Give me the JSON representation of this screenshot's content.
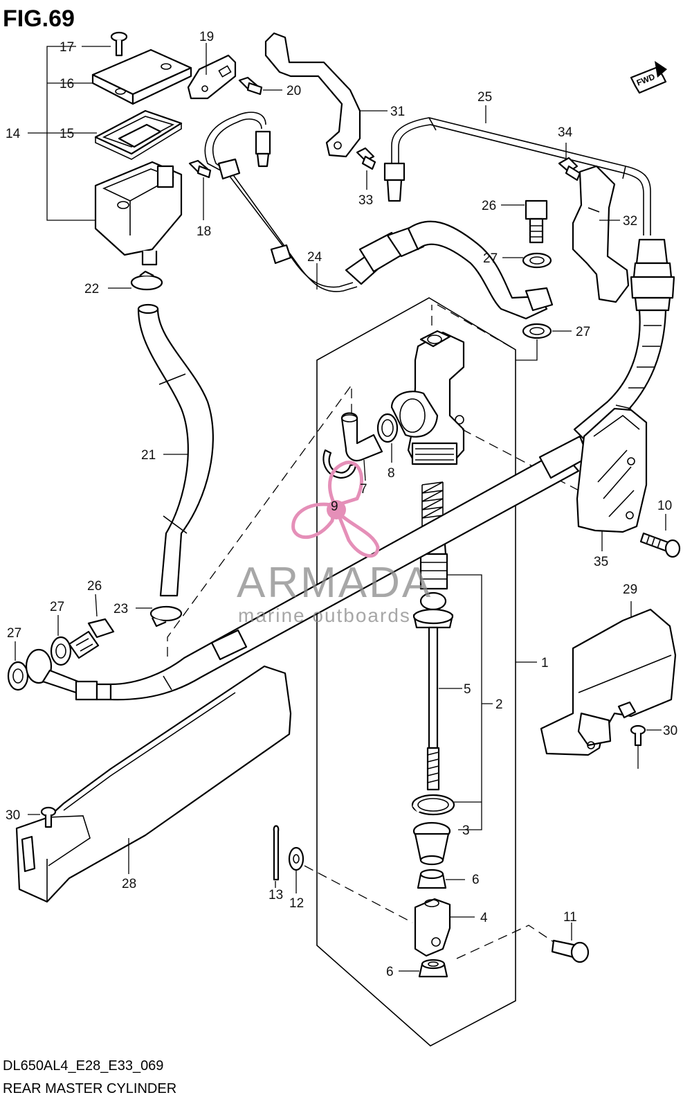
{
  "figure": {
    "title": "FIG.69",
    "model_code": "DL650AL4_E28_E33_069",
    "caption": "REAR MASTER CYLINDER"
  },
  "fwd_badge": "FWD",
  "watermark": {
    "brand": "ARMADA",
    "tagline": "marine outboards",
    "color": "#e58fb8"
  },
  "labels": {
    "n1": "1",
    "n2": "2",
    "n3": "3",
    "n4": "4",
    "n5": "5",
    "n6a": "6",
    "n6b": "6",
    "n7": "7",
    "n8": "8",
    "n9": "9",
    "n10": "10",
    "n11": "11",
    "n12": "12",
    "n13": "13",
    "n14": "14",
    "n15": "15",
    "n16": "16",
    "n17": "17",
    "n18": "18",
    "n19": "19",
    "n20": "20",
    "n21": "21",
    "n22": "22",
    "n23": "23",
    "n24": "24",
    "n25": "25",
    "n26a": "26",
    "n26b": "26",
    "n27a": "27",
    "n27b": "27",
    "n27c": "27",
    "n27d": "27",
    "n28": "28",
    "n29": "29",
    "n30a": "30",
    "n30b": "30",
    "n31": "31",
    "n32": "32",
    "n33": "33",
    "n34": "34",
    "n35": "35"
  }
}
